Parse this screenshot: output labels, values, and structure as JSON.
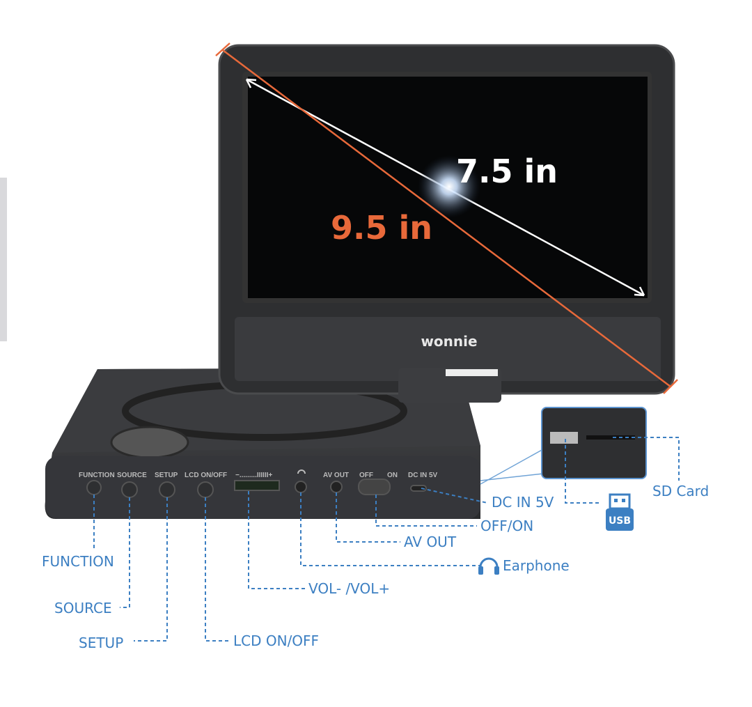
{
  "brand": "wonnie",
  "screen_size": "7.5 in",
  "overall_size": "9.5 in",
  "panel_labels": {
    "function": "FUNCTION",
    "source": "SOURCE",
    "setup": "SETUP",
    "lcd": "LCD ON/OFF",
    "volume": "−.........IIIIII+",
    "av_out": "AV OUT",
    "off": "OFF",
    "on": "ON",
    "dc_in": "DC IN 5V"
  },
  "callouts": {
    "function": "FUNCTION",
    "source": "SOURCE",
    "setup": "SETUP",
    "lcd": "LCD ON/OFF",
    "volume": "VOL- /VOL+",
    "earphone": "Earphone",
    "av_out": "AV OUT",
    "off_on": "OFF/ON",
    "dc_in": "DC IN 5V",
    "sd_card": "SD Card",
    "usb": "USB"
  },
  "colors": {
    "callout": "#3c7fc2",
    "orange": "#e8693a",
    "device": "#2e2f31"
  }
}
